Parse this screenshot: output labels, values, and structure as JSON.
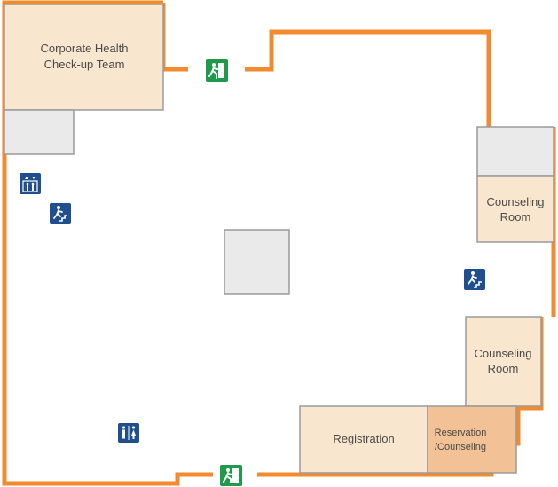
{
  "floor_plan": {
    "colors": {
      "wall": "#f28a2e",
      "room_fill": "#f9e6cf",
      "room_highlight_fill": "#f2c196",
      "room_border": "#9a9a9a",
      "core_fill": "#eaeaea",
      "exit_sign": "#1f9a4a",
      "facility_icon": "#1f4f8f"
    },
    "rooms": {
      "health_checkup": {
        "line1": "Corporate Health",
        "line2": "Check-up Team"
      },
      "counseling_upper": {
        "line1": "Counseling",
        "line2": "Room"
      },
      "counseling_lower": {
        "line1": "Counseling",
        "line2": "Room"
      },
      "registration": {
        "label": "Registration"
      },
      "reservation": {
        "line1": "Reservation",
        "line2": "/Counseling"
      }
    },
    "icons": [
      {
        "name": "emergency-exit-icon",
        "location": "top wall entrance"
      },
      {
        "name": "emergency-exit-icon",
        "location": "bottom wall entrance"
      },
      {
        "name": "elevator-icon",
        "location": "left side"
      },
      {
        "name": "stairs-icon",
        "location": "left side"
      },
      {
        "name": "stairs-icon",
        "location": "right side"
      },
      {
        "name": "restroom-icon",
        "location": "bottom left"
      }
    ]
  }
}
